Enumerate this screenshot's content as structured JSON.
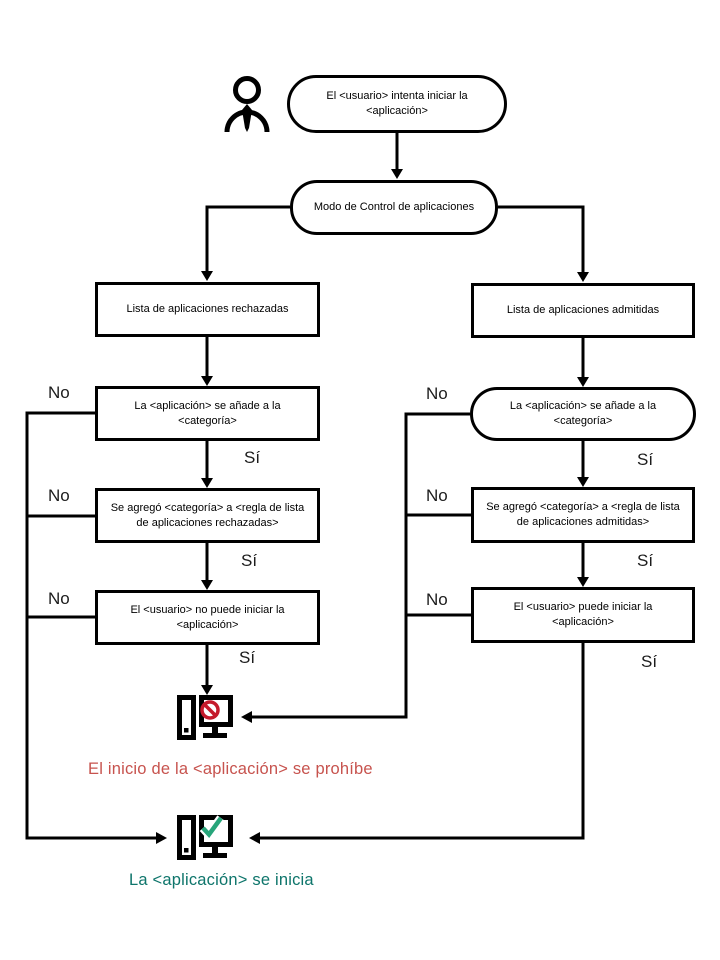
{
  "diagram": {
    "kind": "flowchart",
    "language": "es"
  },
  "colors": {
    "line": "#000000",
    "deny_red": "#c51a2b",
    "check_green": "#27a57a",
    "text_red": "#c7534e",
    "text_green": "#0e756b"
  },
  "labels": {
    "no": "No",
    "yes": "Sí"
  },
  "nodes": {
    "start": "El <usuario> intenta iniciar la <aplicación>",
    "mode": "Modo de Control de aplicaciones",
    "denylist": "Lista de aplicaciones rechazadas",
    "allowlist": "Lista de aplicaciones admitidas",
    "deny_category": "La <aplicación> se añade a la <categoría>",
    "allow_category": "La <aplicación> se añade a la <categoría>",
    "deny_rule": "Se agregó <categoría> a <regla de lista de aplicaciones rechazadas>",
    "allow_rule": "Se agregó <categoría> a <regla de lista de aplicaciones admitidas>",
    "deny_result": "El <usuario> no puede iniciar la <aplicación>",
    "allow_result": "El <usuario> puede iniciar la <aplicación>"
  },
  "outcomes": {
    "blocked": "El inicio de la <aplicación> se prohíbe",
    "started": "La <aplicación> se inicia"
  },
  "icons": {
    "user": "user-icon",
    "blocked_pc": "computer-blocked-icon",
    "started_pc": "computer-started-icon"
  }
}
